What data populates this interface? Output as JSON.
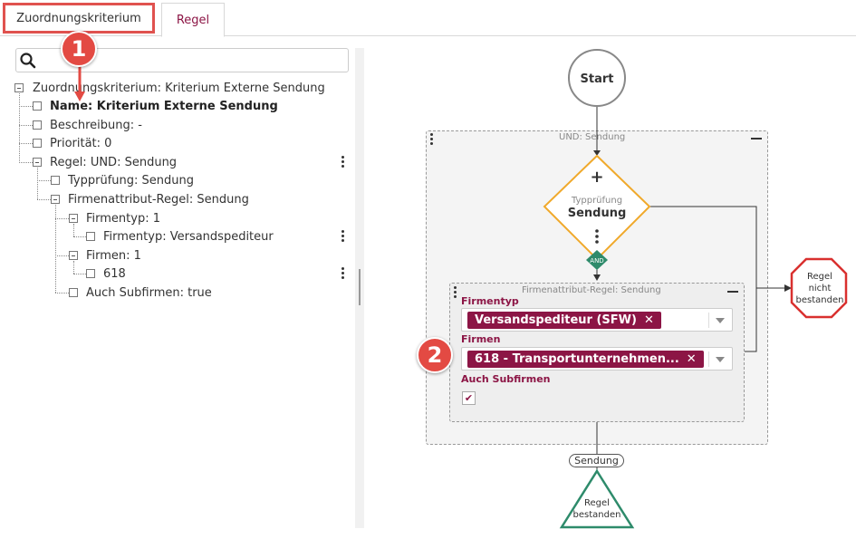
{
  "tabs": [
    {
      "label": "Zuordnungskriterium",
      "active": false
    },
    {
      "label": "Regel",
      "active": true
    }
  ],
  "search": {
    "placeholder": ""
  },
  "tree": {
    "root": "Zuordnungskriterium: Kriterium Externe Sendung",
    "name": "Name: Kriterium Externe Sendung",
    "beschreibung": "Beschreibung: -",
    "prioritaet": "Priorität: 0",
    "regel": "Regel: UND: Sendung",
    "typpruefung": "Typprüfung: Sendung",
    "firmenattribut": "Firmenattribut-Regel: Sendung",
    "firmentyp": "Firmentyp: 1",
    "firmentyp_value": "Firmentyp: Versandspediteur",
    "firmen": "Firmen: 1",
    "firmen_value": "618",
    "subfirmen": "Auch Subfirmen: true"
  },
  "badges": {
    "one": "1",
    "two": "2"
  },
  "diagram": {
    "start": "Start",
    "und_label": "UND: Sendung",
    "typ_plus": "+",
    "typ_title": "Typprüfung",
    "typ_value": "Sendung",
    "and_label": "AND",
    "firmenattr_label": "Firmenattribut-Regel: Sendung",
    "firmentyp_label": "Firmentyp",
    "firmentyp_chip": "Versandspediteur (SFW)",
    "firmen_label": "Firmen",
    "firmen_chip": "618 - Transportunternehmen...",
    "chip_close": "✕",
    "subfirmen_label": "Auch Subfirmen",
    "checkmark": "✔",
    "sendung_pill": "Sendung",
    "fail_1": "Regel",
    "fail_2": "nicht",
    "fail_3": "bestanden",
    "pass_1": "Regel",
    "pass_2": "bestanden"
  },
  "colors": {
    "accent": "#8c1545",
    "highlight": "#e0524f",
    "diamond": "#f0a92b",
    "pass": "#2e8b6b",
    "fail": "#d9302f"
  }
}
